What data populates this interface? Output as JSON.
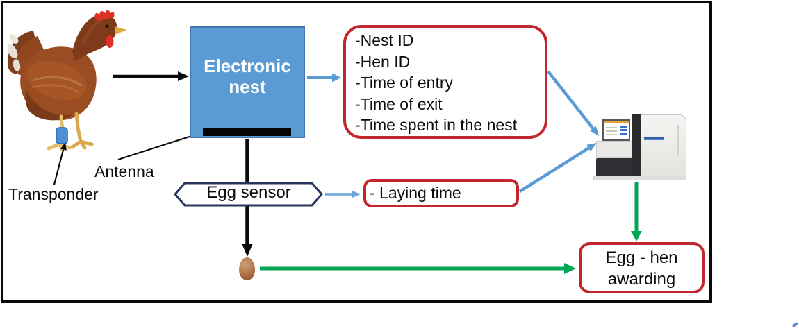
{
  "labels": {
    "transponder": "Transponder",
    "antenna": "Antenna"
  },
  "nest": {
    "title": "Electronic nest"
  },
  "nest_data_box": {
    "items": [
      "-Nest ID",
      "-Hen ID",
      "-Time of entry",
      "-Time of exit",
      "-Time spent in the nest"
    ]
  },
  "egg_sensor": {
    "label": "Egg sensor"
  },
  "laying_box": {
    "label": "- Laying time"
  },
  "awarding_box": {
    "line1": "Egg - hen",
    "line2": "awarding"
  },
  "figures": {
    "hen": "hen-photo",
    "egg": "brown-egg-photo",
    "machine": "data-analyzer-photo",
    "transponder_band": "blue-leg-transponder"
  },
  "colors": {
    "nest_fill": "#5B9BD5",
    "red_border": "#C1272D",
    "arrow_blue": "#5B9BD5",
    "arrow_green": "#00A651",
    "arrow_black": "#0A0A0A",
    "sensor_border": "#28345E"
  }
}
